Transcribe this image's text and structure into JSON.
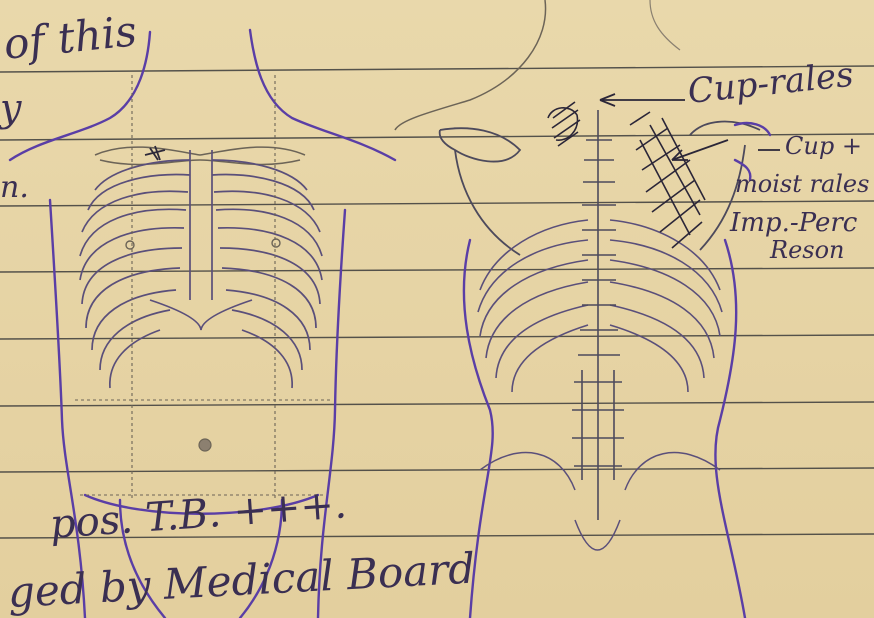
{
  "document": {
    "paper_color": "#e6d4a6",
    "ink_colors": {
      "purple_stamp": "#5a3ea6",
      "pencil": "#6c6457",
      "handwriting": "#3a2f52",
      "rule_line": "#3d3d3d"
    },
    "handwriting": {
      "top_left_line1": "of this",
      "top_left_line2": "y",
      "left_margin_fragment": "n.",
      "diagnosis_line": "pos. T.B. +++.",
      "board_line": "ged by Medical Board",
      "label_cup_rales": "Cup-rales",
      "label_cup_moist_line1": "Cup +",
      "label_cup_moist_line2": "moist rales",
      "label_imp_perc_line1": "Imp.-Perc",
      "label_imp_perc_line2": "Reson"
    },
    "figures": {
      "front": {
        "label": "",
        "icon": "anterior-torso-rib-cage-diagram"
      },
      "back": {
        "label": "",
        "icon": "posterior-torso-spine-diagram"
      }
    }
  }
}
